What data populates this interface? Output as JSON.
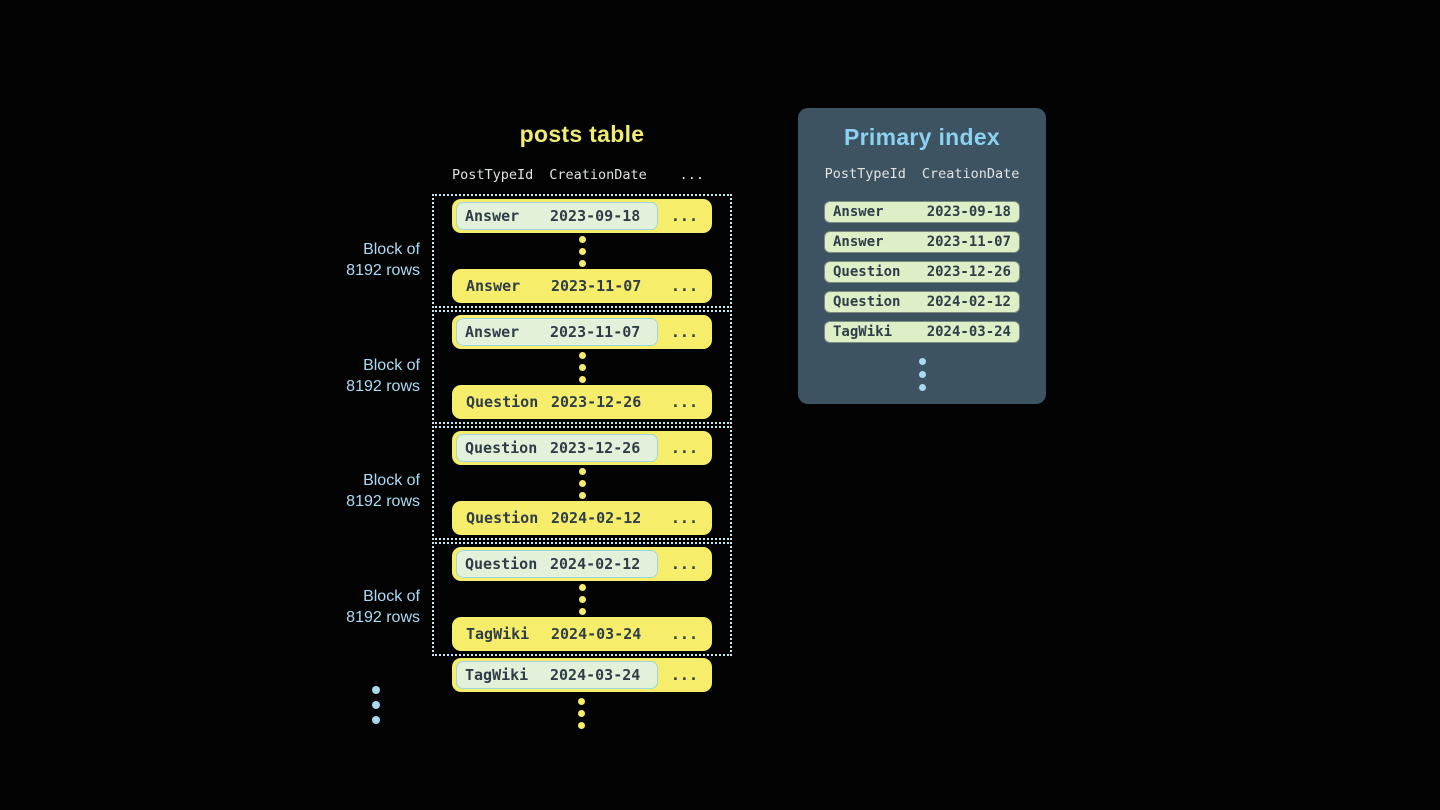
{
  "colors": {
    "background": "#030303",
    "row_yellow": "#F6EE6B",
    "title_yellow": "#F0EB72",
    "highlight_green": "#E3F1DA",
    "highlight_border_blue": "#9FD5E3",
    "dark_text": "#2F3D49",
    "header_gray": "#DFE3E3",
    "block_border": "#C9E7EE",
    "label_blue": "#ACDCF4",
    "panel_bg": "#3E5362",
    "panel_title_blue": "#8CD1F0",
    "index_row_green": "#DDEFC7",
    "blue_dot": "#A9D8EF"
  },
  "posts_table": {
    "title": "posts table",
    "columns": [
      "PostTypeId",
      "CreationDate",
      "..."
    ],
    "ellipsis": "...",
    "block_label": {
      "line1": "Block of",
      "line2": "8192 rows"
    },
    "blocks": [
      {
        "first_row": {
          "post_type": "Answer",
          "creation_date": "2023-09-18"
        },
        "last_row": {
          "post_type": "Answer",
          "creation_date": "2023-11-07"
        }
      },
      {
        "first_row": {
          "post_type": "Answer",
          "creation_date": "2023-11-07"
        },
        "last_row": {
          "post_type": "Question",
          "creation_date": "2023-12-26"
        }
      },
      {
        "first_row": {
          "post_type": "Question",
          "creation_date": "2023-12-26"
        },
        "last_row": {
          "post_type": "Question",
          "creation_date": "2024-02-12"
        }
      },
      {
        "first_row": {
          "post_type": "Question",
          "creation_date": "2024-02-12"
        },
        "last_row": {
          "post_type": "TagWiki",
          "creation_date": "2024-03-24"
        }
      }
    ],
    "overflow_row": {
      "post_type": "TagWiki",
      "creation_date": "2024-03-24"
    }
  },
  "primary_index": {
    "title": "Primary index",
    "columns": [
      "PostTypeId",
      "CreationDate"
    ],
    "rows": [
      {
        "post_type": "Answer",
        "creation_date": "2023-09-18"
      },
      {
        "post_type": "Answer",
        "creation_date": "2023-11-07"
      },
      {
        "post_type": "Question",
        "creation_date": "2023-12-26"
      },
      {
        "post_type": "Question",
        "creation_date": "2024-02-12"
      },
      {
        "post_type": "TagWiki",
        "creation_date": "2024-03-24"
      }
    ]
  }
}
